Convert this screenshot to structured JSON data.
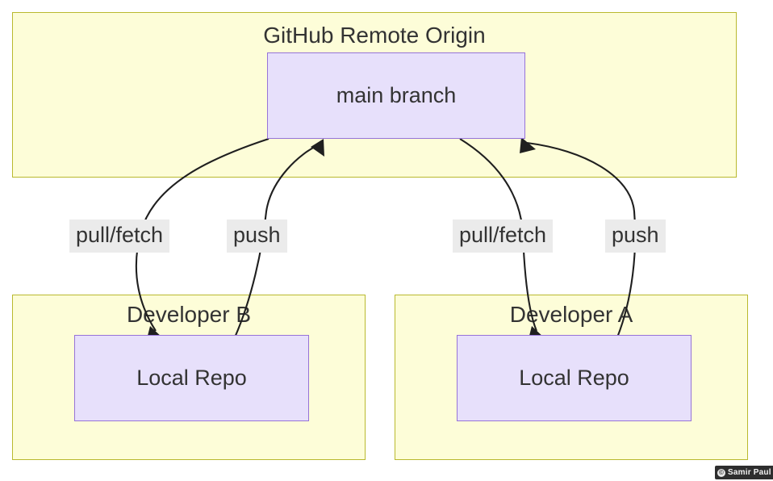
{
  "diagram": {
    "title_visible": false,
    "colors": {
      "cluster_fill": "#fdfdd8",
      "cluster_border": "#b9b92e",
      "node_fill": "#e7e0fb",
      "node_border": "#9673d8",
      "edge_stroke": "#1f1f1f",
      "label_fill": "#ebebeb",
      "text": "#333333",
      "page_background": "#ffffff"
    },
    "clusters": [
      {
        "id": "remote",
        "title": "GitHub Remote Origin",
        "nodes": [
          {
            "id": "main",
            "label": "main branch"
          }
        ]
      },
      {
        "id": "developer-b",
        "title": "Developer B",
        "nodes": [
          {
            "id": "repo-b",
            "label": "Local Repo"
          }
        ]
      },
      {
        "id": "developer-a",
        "title": "Developer A",
        "nodes": [
          {
            "id": "repo-a",
            "label": "Local Repo"
          }
        ]
      }
    ],
    "edges": [
      {
        "id": "main-to-repo-b",
        "from": "main",
        "to": "repo-b",
        "label": "pull/fetch",
        "direction": "down"
      },
      {
        "id": "repo-b-to-main",
        "from": "repo-b",
        "to": "main",
        "label": "push",
        "direction": "up"
      },
      {
        "id": "main-to-repo-a",
        "from": "main",
        "to": "repo-a",
        "label": "pull/fetch",
        "direction": "down"
      },
      {
        "id": "repo-a-to-main",
        "from": "repo-a",
        "to": "main",
        "label": "push",
        "direction": "up"
      }
    ],
    "watermark": {
      "mark": "©",
      "text": "Samir Paul"
    }
  }
}
